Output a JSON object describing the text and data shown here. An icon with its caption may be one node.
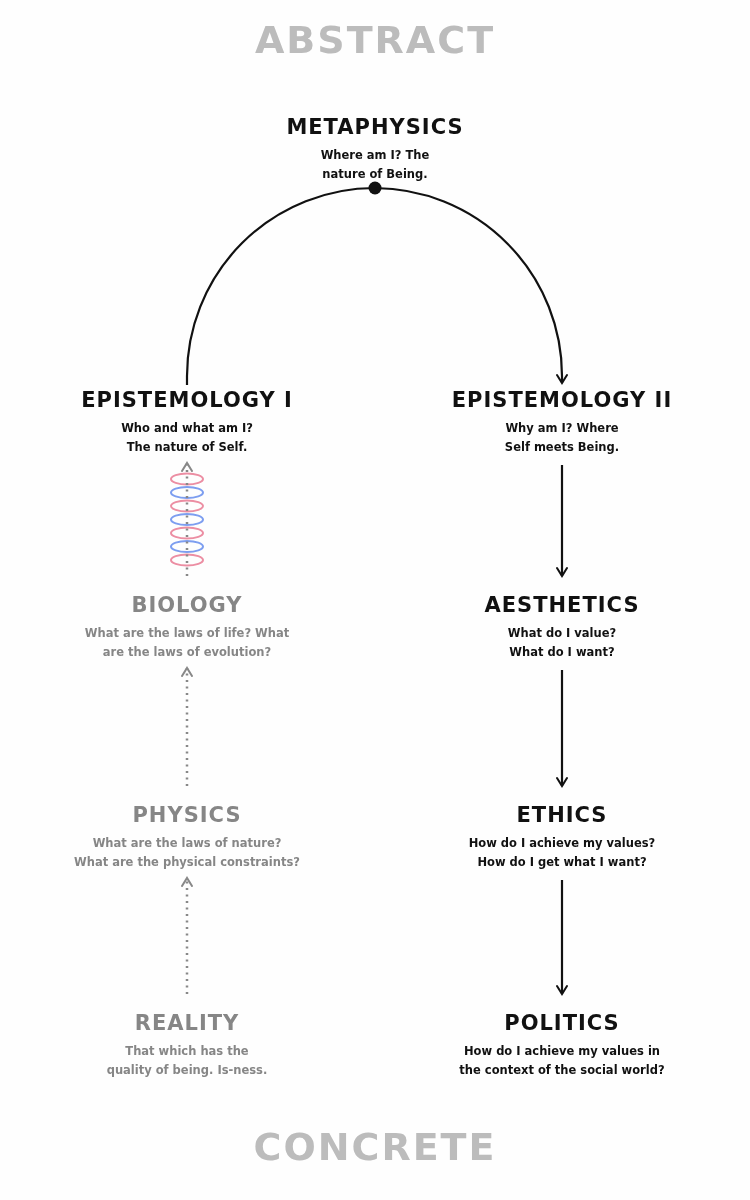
{
  "diagram": {
    "nodes": [
      {
        "text": [
          "METAPHYSICS",
          "Where am I? The nature of Being."
        ]
      },
      {
        "text": [
          "EPISTEMOLOGY I",
          "Who and what am I? The nature of Self."
        ]
      },
      {
        "text": [
          "EPISTEMOLOGY II",
          "Why am I? Where Self meets Being."
        ]
      },
      {
        "text": [
          "BIOLOGY",
          "What are the laws of life? What are the laws of evolution?"
        ]
      },
      {
        "text": [
          "AESTHETICS",
          "What do I value? What do I want?"
        ]
      },
      {
        "text": [
          "PHYSICS",
          "What are the laws of nature? What are the physical constraints?"
        ]
      },
      {
        "text": [
          "ETHICS",
          "How do I achieve my values? How do I get what I want?"
        ]
      },
      {
        "text": [
          "REALITY",
          "That which has the quality of being. Is-ness."
        ]
      },
      {
        "text": [
          "POLITICS",
          "How do I achieve my values in the context of the social world?"
        ]
      }
    ],
    "edges": [
      {
        "from": 1,
        "to": 0,
        "arrow": "other"
      },
      {
        "from": 0,
        "to": 2,
        "arrow": "to"
      },
      {
        "from": 2,
        "to": 4,
        "arrow": "to"
      },
      {
        "from": 4,
        "to": 6,
        "arrow": "to"
      },
      {
        "from": 6,
        "to": 8,
        "arrow": "to"
      },
      {
        "from": 7,
        "to": 5,
        "arrow": "to",
        "style": "dashed",
        "color": "#888888"
      },
      {
        "from": 5,
        "to": 3,
        "arrow": "to",
        "style": "dashed",
        "color": "#888888"
      },
      {
        "from": 3,
        "to": 1,
        "arrow": "to",
        "style": "dashed",
        "color": "#888888"
      }
    ],
    "labels": [
      "ABSTRACT",
      "CONCRETE"
    ]
  }
}
